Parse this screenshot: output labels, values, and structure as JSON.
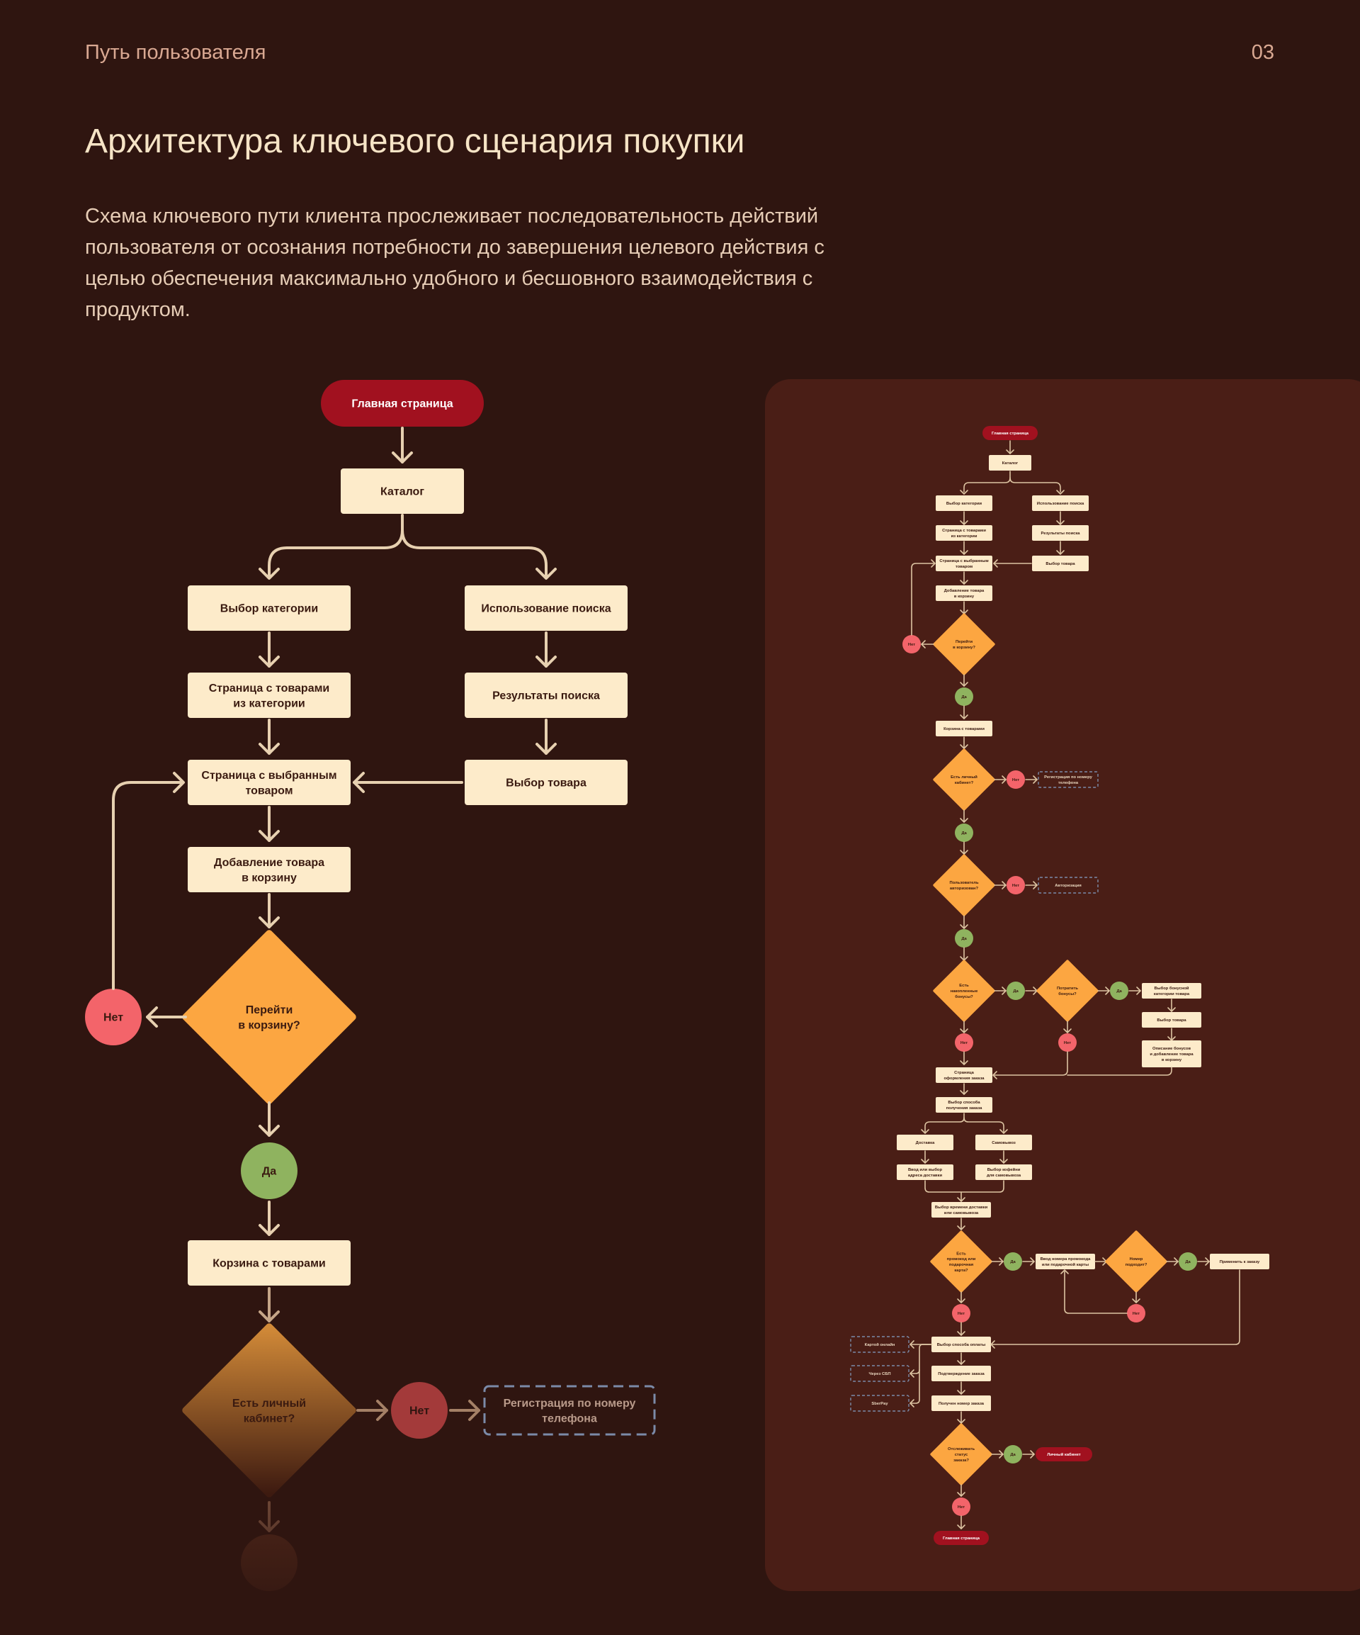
{
  "header": {
    "section": "Путь пользователя",
    "page_number": "03",
    "title": "Архитектура ключевого сценария покупки",
    "lead": "Схема ключевого пути клиента прослеживает последовательность действий пользователя от осознания потребности до завершения целевого действия с целью обеспечения максимально удобного и бесшовного взаимодействия с продуктом."
  },
  "colors": {
    "background": "#2f1510",
    "panel": "#4a1e16",
    "terminal": "#a1111f",
    "process": "#fdebca",
    "decision": "#fca641",
    "yes": "#8fb35f",
    "no": "#f3646a",
    "line": "#e7d0b0",
    "dashed": "#7b8aa8"
  },
  "flow": {
    "start": "Главная страница",
    "catalog": "Каталог",
    "choose_category": "Выбор категории",
    "use_search": "Использование поиска",
    "category_products": [
      "Страница с товарами",
      "из категории"
    ],
    "search_results": "Результаты поиска",
    "choose_product": "Выбор товара",
    "selected_product": [
      "Страница с выбранным",
      "товаром"
    ],
    "add_to_cart": [
      "Добавление товара",
      "в корзину"
    ],
    "go_to_cart": [
      "Перейти",
      "в корзину?"
    ],
    "no": "Нет",
    "yes": "Да",
    "cart": "Корзина с товарами",
    "has_account": [
      "Есть личный",
      "кабинет?"
    ],
    "phone_registration": [
      "Регистрация по номеру",
      "телефона"
    ]
  },
  "mini_flow": {
    "start": "Главная страница",
    "catalog": "Каталог",
    "choose_category": "Выбор категории",
    "use_search": "Использование поиска",
    "category_products": [
      "Страница с товарами",
      "из категории"
    ],
    "search_results": "Результаты поиска",
    "choose_product": "Выбор товара",
    "selected_product": [
      "Страница с выбранным",
      "товаром"
    ],
    "add_to_cart": [
      "Добавление товара",
      "в корзину"
    ],
    "go_to_cart": [
      "Перейти",
      "в корзину?"
    ],
    "no": "Нет",
    "yes": "Да",
    "cart": "Корзина с товарами",
    "has_account": [
      "Есть личный",
      "кабинет?"
    ],
    "phone_registration": [
      "Регистрация по номеру",
      "телефона"
    ],
    "authorized": [
      "Пользователь",
      "авторизован?"
    ],
    "authorization": "Авторизация",
    "has_bonuses": [
      "Есть",
      "накопленные",
      "бонусы?"
    ],
    "spend_bonuses": [
      "Потратить",
      "бонусы?"
    ],
    "bonus_category": [
      "Выбор бонусной",
      "категории товара"
    ],
    "bonus_choose_product": "Выбор товара",
    "bonus_description": [
      "Описание бонусов",
      "и добавление товара",
      "в корзину"
    ],
    "checkout_page": [
      "Страница",
      "оформления заказа"
    ],
    "receive_method": [
      "Выбор способа",
      "получения заказа"
    ],
    "delivery": "Доставка",
    "pickup": "Самовывоз",
    "address": [
      "Ввод или выбор",
      "адреса доставки"
    ],
    "pickup_cafe": [
      "Выбор кофейни",
      "для самовывоза"
    ],
    "time": [
      "Выбор времени доставки",
      "или самовывоза"
    ],
    "has_promo": [
      "Есть",
      "промокод или",
      "подарочная",
      "карта?"
    ],
    "enter_promo": [
      "Ввод номера промокода",
      "или подарочной карты"
    ],
    "promo_valid": [
      "Номер",
      "подходит?"
    ],
    "apply": "Применить к заказу",
    "payment_method": "Выбор способа оплаты",
    "card_online": "Картой онлайн",
    "sbp": "Через СБП",
    "sberpay": "SberPay",
    "confirm": "Подтверждение заказа",
    "order_number": "Получен номер заказа",
    "track": [
      "Отслеживать",
      "статус",
      "заказа?"
    ],
    "account": "Личный кабинет",
    "end": "Главная страница"
  }
}
